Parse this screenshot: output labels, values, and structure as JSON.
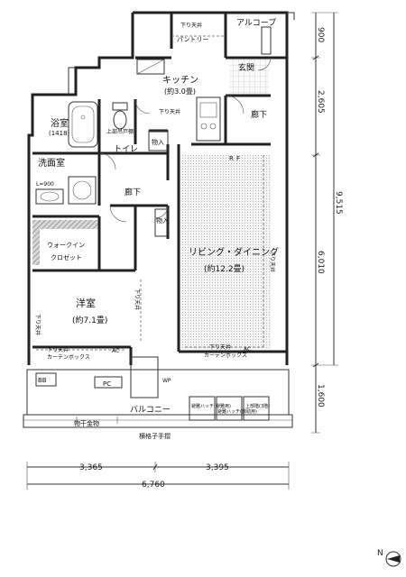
{
  "rooms": {
    "alcove": "アルコーブ",
    "pantry": "パントリー",
    "entrance": "玄関",
    "kitchen": "キッチン",
    "kitchen_size": "(約3.0畳)",
    "hall_right": "廊下",
    "bath": "浴室",
    "bath_size": "(1418)",
    "toilet": "トイレ",
    "storage1": "物入",
    "storage2": "物入",
    "washroom": "洗面室",
    "hall_center": "廊下",
    "living": "リビング・ダイニング",
    "living_size": "(約12.2畳)",
    "walkin": "ウォークイン",
    "closet": "クロゼット",
    "western": "洋室",
    "western_size": "(約7.1畳)",
    "balcony": "バルコニー"
  },
  "annotations": {
    "ceiling_down": "下り天井",
    "curtain_box": "カーテンボックス",
    "upper_cabinet": "上部吊戸棚",
    "laundry_dryer": "物干金物",
    "rail": "横格子手摺",
    "evac_hatch1": "避難ハッチ(避難用)",
    "evac_hatch2": "避難ハッチ(救助用)",
    "upper_floor": "上部階(3階)",
    "washbasin": "L=900",
    "ac": "AC",
    "bb": "BB",
    "pc": "PC",
    "wp": "WP",
    "r": "R",
    "f": "F",
    "north": "N"
  },
  "dimensions": {
    "right_top": "900",
    "right_mid1": "2,605",
    "right_mid2": "6,010",
    "right_total": "9,515",
    "right_bottom": "1,600",
    "bottom_left": "3,365",
    "bottom_right": "3,395",
    "bottom_total": "6,760"
  },
  "colors": {
    "line": "#222222",
    "hatch": "#888888",
    "background": "#ffffff"
  }
}
